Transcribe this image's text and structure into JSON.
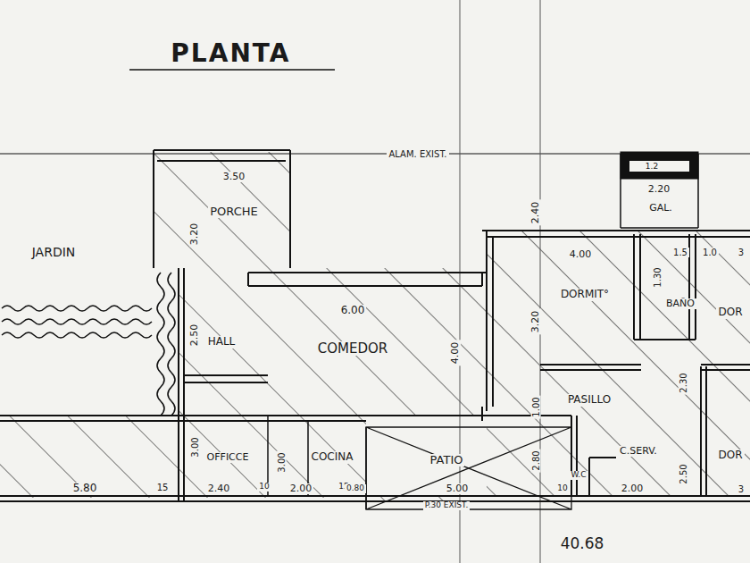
{
  "diagram": {
    "title": "PLANTA",
    "labels": [
      "JARDIN",
      "PORCHE",
      "3.50",
      "3.20",
      "HALL",
      "2.50",
      "COMEDOR",
      "6.00",
      "4.00",
      "ALAM. EXIST.",
      "DORMIT°",
      "4.00",
      "1.30",
      "1.5",
      "1.0",
      "3",
      "BAÑO",
      "DOR",
      "1.2",
      "2.20",
      "GAL.",
      "3.20",
      "2.40",
      "PASILLO",
      "2.30",
      "1.00",
      "3.00",
      "OFFICCE",
      "3.00",
      "COCINA",
      "PATIO",
      "2.80",
      "C.SERV.",
      "2.50",
      "W.C",
      "DOR",
      "5.80",
      "15",
      "2.40",
      "10",
      "2.00",
      "15",
      "0.80",
      "5.00",
      "10",
      "2.00",
      "3",
      "P.30 EXIST.",
      "40.68"
    ]
  }
}
